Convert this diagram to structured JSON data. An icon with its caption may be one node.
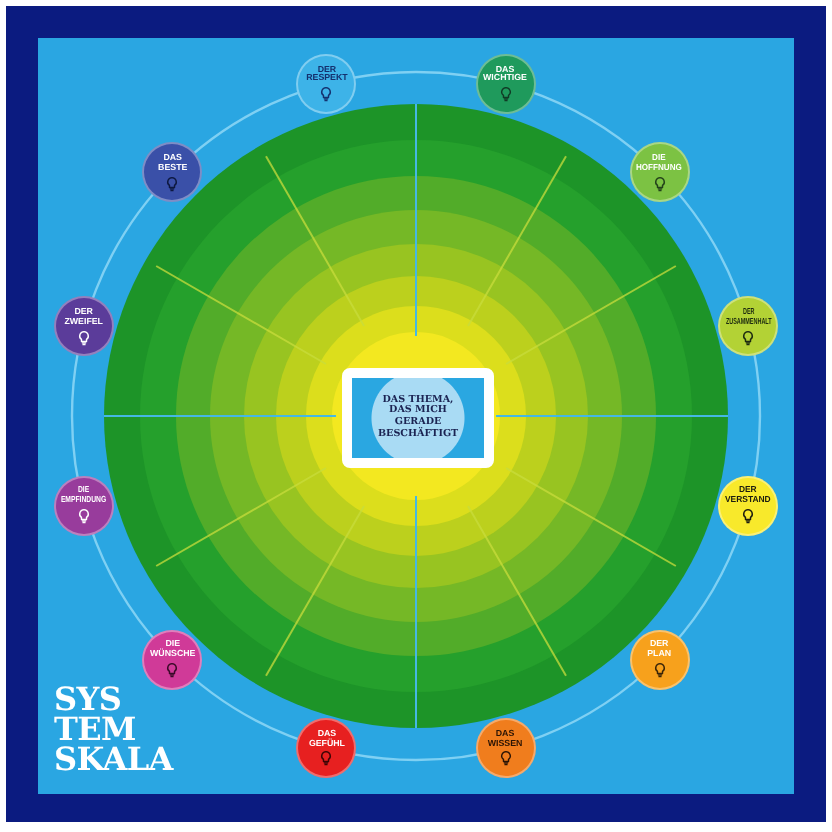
{
  "diagram": {
    "title": "SYS TEM SKALA",
    "nodes": [
      {
        "text": [
          "DAS THEMA, DAS MICH GERADE BESCHÄFTIGT"
        ]
      },
      {
        "text": [
          "DER RESPEKT"
        ]
      },
      {
        "text": [
          "DAS WICHTIGE"
        ]
      },
      {
        "text": [
          "DIE HOFFNUNG"
        ]
      },
      {
        "text": [
          "DER ZUSAMMENHALT"
        ]
      },
      {
        "text": [
          "DER VERSTAND"
        ]
      },
      {
        "text": [
          "DER PLAN"
        ]
      },
      {
        "text": [
          "DAS WISSEN"
        ]
      },
      {
        "text": [
          "DAS GEFÜHL"
        ]
      },
      {
        "text": [
          "DIE WÜNSCHE"
        ]
      },
      {
        "text": [
          "DIE EMPFINDUNG"
        ]
      },
      {
        "text": [
          "DER ZWEIFEL"
        ]
      },
      {
        "text": [
          "DAS BESTE"
        ]
      }
    ]
  }
}
